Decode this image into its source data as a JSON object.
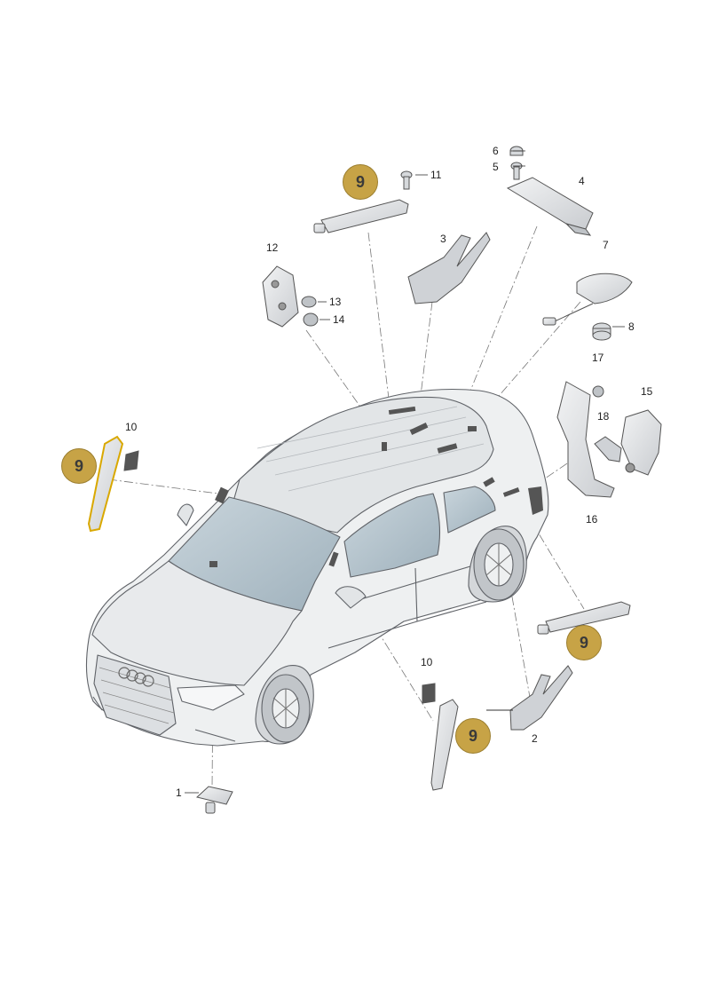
{
  "callouts": {
    "p1": "1",
    "p2": "2",
    "p3": "3",
    "p4": "4",
    "p5": "5",
    "p6": "6",
    "p7": "7",
    "p8": "8",
    "p10a": "10",
    "p10b": "10",
    "p11": "11",
    "p12": "12",
    "p13": "13",
    "p14": "14",
    "p15": "15",
    "p16": "16",
    "p17": "17",
    "p18": "18"
  },
  "highlight_badges": [
    "9",
    "9",
    "9",
    "9"
  ],
  "colors": {
    "badge_fill": "#c7a346",
    "highlight_outline": "#d9a800",
    "line_art": "#555555",
    "part_fill": "#e6e8ea",
    "glass_fill": "#b8c6cf"
  }
}
